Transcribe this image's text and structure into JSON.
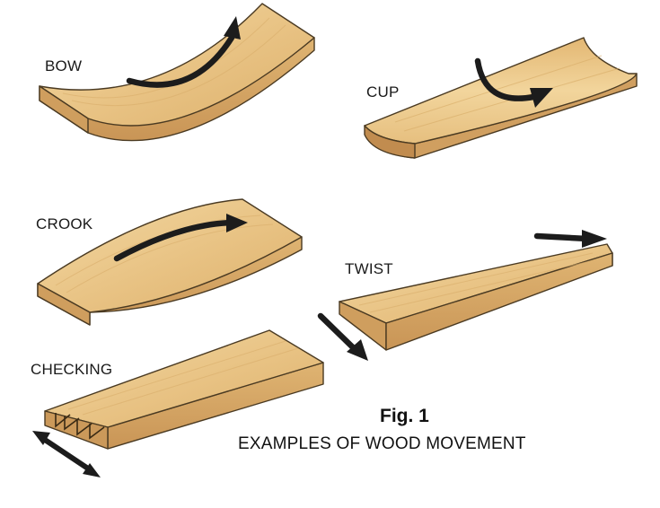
{
  "labels": {
    "bow": "BOW",
    "cup": "CUP",
    "crook": "CROOK",
    "twist": "TWIST",
    "checking": "CHECKING"
  },
  "caption": {
    "figure_number": "Fig. 1",
    "title": "EXAMPLES OF WOOD MOVEMENT"
  },
  "colors": {
    "wood_top": "#ecc98a",
    "wood_side": "#d9ad68",
    "wood_end": "#c8965a",
    "wood_grain": "#d9b06e",
    "arrow": "#1c1c1c"
  }
}
